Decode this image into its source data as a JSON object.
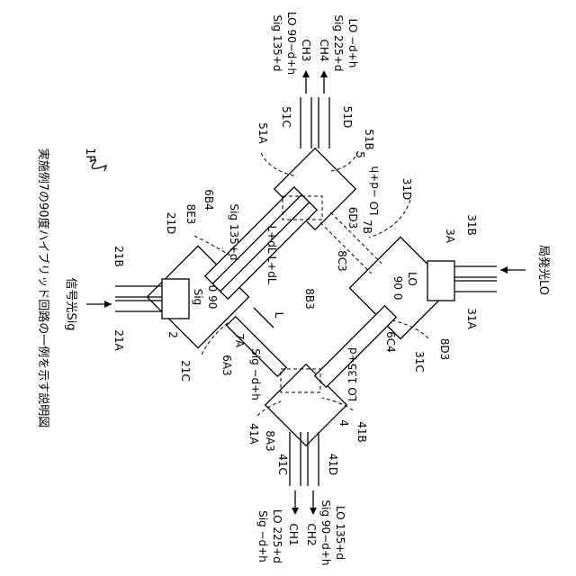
{
  "caption": "実施例7の90度ハイブリッド回路の一例を示す説明図",
  "figure_label": "1F",
  "inputs": {
    "signal": "信号光Sig",
    "local": "局発光LO"
  },
  "refs": {
    "r21A": "21A",
    "r21B": "21B",
    "r21C": "21C",
    "r21D": "21D",
    "r31A": "31A",
    "r31B": "31B",
    "r31C": "31C",
    "r31D": "31D",
    "r41A": "41A",
    "r41B": "41B",
    "r41C": "41C",
    "r41D": "41D",
    "r51A": "51A",
    "r51B": "51B",
    "r51C": "51C",
    "r51D": "51D",
    "r2": "2",
    "r3A": "3A",
    "r4": "4",
    "r5": "5",
    "r6A3": "6A3",
    "r6B4": "6B4",
    "r6C4": "6C4",
    "r6D3": "6D3",
    "r7A": "7A",
    "r7B": "7B",
    "r8A3": "8A3",
    "r8B3": "8B3",
    "r8C3": "8C3",
    "r8D3": "8D3",
    "r8E3": "8E3"
  },
  "labels": {
    "sig_0_90_a": "Sig",
    "sig_0_90_b": "0  90",
    "lo_90_0_a": "90  0",
    "lo_90_0_b": "LO",
    "sig_135d": "Sig 135+d",
    "lo_m_d_p_h": "LO −d+h",
    "sig_m_d_h": "Sig −d+h",
    "lo_135d": "LO 135+d",
    "l_dl": "L+dL",
    "lo_dl": "L+dL",
    "l_label": "L"
  },
  "channels": {
    "ch1": "CH1",
    "ch2": "CH2",
    "ch3": "CH3",
    "ch4": "CH4",
    "ch1_sig": "Sig −d+h",
    "ch1_lo": "LO 225+d",
    "ch2_sig": "Sig 90−d+h",
    "ch2_lo": "LO 135+d",
    "ch3_sig": "Sig 135+d",
    "ch3_lo": "LO 90−d+h",
    "ch4_sig": "Sig 225+d",
    "ch4_lo": "LO −d+h"
  }
}
